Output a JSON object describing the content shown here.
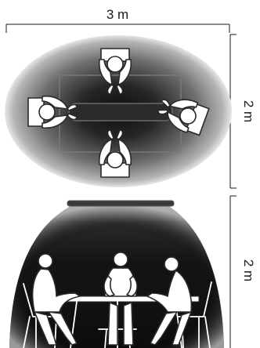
{
  "top_view": {
    "width_label": "3 m",
    "depth_label": "2 m",
    "people_count": 4
  },
  "side_view": {
    "height_label": "2 m",
    "people_count": 3
  },
  "colors": {
    "dark_glow": "#0e0e0e",
    "line": "#1a1a1a",
    "fill_white": "#ffffff"
  }
}
